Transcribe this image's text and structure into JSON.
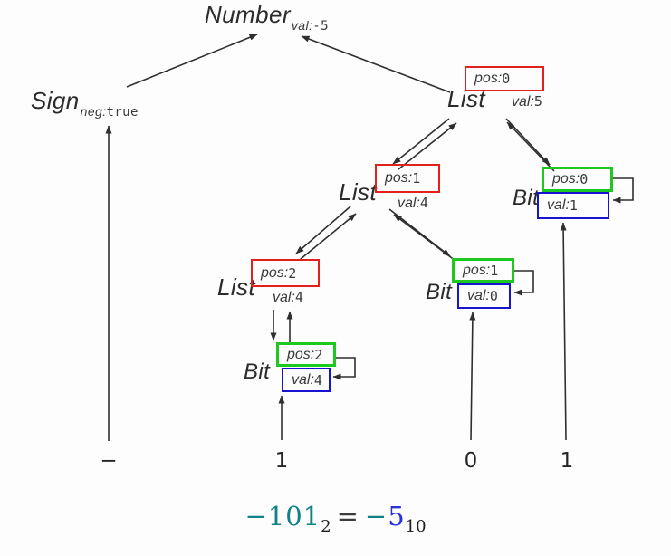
{
  "diagram": {
    "nodes": {
      "number": {
        "name": "Number",
        "attr_label": "val:",
        "attr_value": "-5"
      },
      "sign": {
        "name": "Sign",
        "attr_label": "neg:",
        "attr_value": "true"
      },
      "list0": {
        "name": "List",
        "pos_label": "pos:",
        "pos_value": "0",
        "val_label": "val:",
        "val_value": "5"
      },
      "list1": {
        "name": "List",
        "pos_label": "pos:",
        "pos_value": "1",
        "val_label": "val:",
        "val_value": "4"
      },
      "list2": {
        "name": "List",
        "pos_label": "pos:",
        "pos_value": "2",
        "val_label": "val:",
        "val_value": "4"
      },
      "bit2": {
        "name": "Bit",
        "pos_label": "pos:",
        "pos_value": "2",
        "val_label": "val:",
        "val_value": "4"
      },
      "bit1": {
        "name": "Bit",
        "pos_label": "pos:",
        "pos_value": "1",
        "val_label": "val:",
        "val_value": "0"
      },
      "bit0": {
        "name": "Bit",
        "pos_label": "pos:",
        "pos_value": "0",
        "val_label": "val:",
        "val_value": "1"
      }
    },
    "terminals": {
      "sign": "−",
      "bit2": "1",
      "bit1": "0",
      "bit0": "1"
    },
    "caption": {
      "binary": "−101",
      "binary_base": "2",
      "equals": "=",
      "decimal_sign": "−",
      "decimal_value": "5",
      "decimal_base": "10"
    },
    "colors": {
      "list_pos_box_red": "#e3201d",
      "bit_pos_box_green": "#1dc820",
      "bit_val_box_blue": "#1713cf",
      "caption_binary_teal": "#0d8186",
      "caption_decimal_blue": "#2b32dd",
      "edge_line": "#2f2f2f"
    }
  }
}
